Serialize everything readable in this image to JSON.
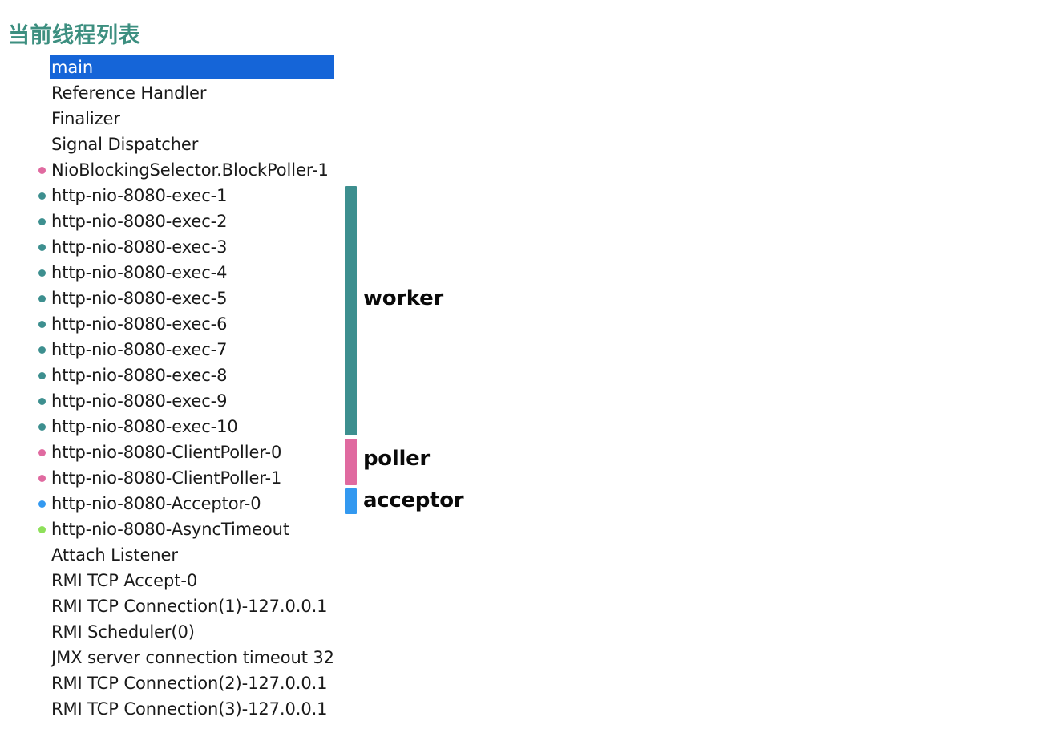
{
  "page": {
    "title": "当前线程列表",
    "title_color": "#3d8f80",
    "background": "#ffffff"
  },
  "colors": {
    "selection_background": "#1565d8",
    "selection_text": "#ffffff",
    "worker": "#3d8f8f",
    "poller": "#e06aa0",
    "acceptor": "#3399f0",
    "async_timeout": "#8ee05a",
    "block_poller": "#e06aa0",
    "text": "#1a1a1a"
  },
  "thread_list": {
    "selected_index": 0,
    "rows": [
      {
        "label": "main",
        "bullet": null,
        "selected": true
      },
      {
        "label": "Reference Handler",
        "bullet": null,
        "selected": false
      },
      {
        "label": "Finalizer",
        "bullet": null,
        "selected": false
      },
      {
        "label": "Signal Dispatcher",
        "bullet": null,
        "selected": false
      },
      {
        "label": "NioBlockingSelector.BlockPoller-1",
        "bullet": "#e06aa0",
        "selected": false
      },
      {
        "label": "http-nio-8080-exec-1",
        "bullet": "#3d8f8f",
        "selected": false
      },
      {
        "label": "http-nio-8080-exec-2",
        "bullet": "#3d8f8f",
        "selected": false
      },
      {
        "label": "http-nio-8080-exec-3",
        "bullet": "#3d8f8f",
        "selected": false
      },
      {
        "label": "http-nio-8080-exec-4",
        "bullet": "#3d8f8f",
        "selected": false
      },
      {
        "label": "http-nio-8080-exec-5",
        "bullet": "#3d8f8f",
        "selected": false
      },
      {
        "label": "http-nio-8080-exec-6",
        "bullet": "#3d8f8f",
        "selected": false
      },
      {
        "label": "http-nio-8080-exec-7",
        "bullet": "#3d8f8f",
        "selected": false
      },
      {
        "label": "http-nio-8080-exec-8",
        "bullet": "#3d8f8f",
        "selected": false
      },
      {
        "label": "http-nio-8080-exec-9",
        "bullet": "#3d8f8f",
        "selected": false
      },
      {
        "label": "http-nio-8080-exec-10",
        "bullet": "#3d8f8f",
        "selected": false
      },
      {
        "label": "http-nio-8080-ClientPoller-0",
        "bullet": "#e06aa0",
        "selected": false
      },
      {
        "label": "http-nio-8080-ClientPoller-1",
        "bullet": "#e06aa0",
        "selected": false
      },
      {
        "label": "http-nio-8080-Acceptor-0",
        "bullet": "#3399f0",
        "selected": false
      },
      {
        "label": "http-nio-8080-AsyncTimeout",
        "bullet": "#8ee05a",
        "selected": false
      },
      {
        "label": "Attach Listener",
        "bullet": null,
        "selected": false
      },
      {
        "label": "RMI TCP Accept-0",
        "bullet": null,
        "selected": false
      },
      {
        "label": "RMI TCP Connection(1)-127.0.0.1",
        "bullet": null,
        "selected": false
      },
      {
        "label": "RMI Scheduler(0)",
        "bullet": null,
        "selected": false
      },
      {
        "label": "JMX server connection timeout 32",
        "bullet": null,
        "selected": false
      },
      {
        "label": "RMI TCP Connection(2)-127.0.0.1",
        "bullet": null,
        "selected": false
      },
      {
        "label": "RMI TCP Connection(3)-127.0.0.1",
        "bullet": null,
        "selected": false
      }
    ]
  },
  "groups": [
    {
      "id": "worker",
      "label": "worker",
      "color": "#3d8f8f",
      "covers": "http-nio-8080-exec-1 .. http-nio-8080-exec-10"
    },
    {
      "id": "poller",
      "label": "poller",
      "color": "#e06aa0",
      "covers": "http-nio-8080-ClientPoller-0 .. http-nio-8080-ClientPoller-1"
    },
    {
      "id": "acceptor",
      "label": "acceptor",
      "color": "#3399f0",
      "covers": "http-nio-8080-Acceptor-0"
    }
  ]
}
